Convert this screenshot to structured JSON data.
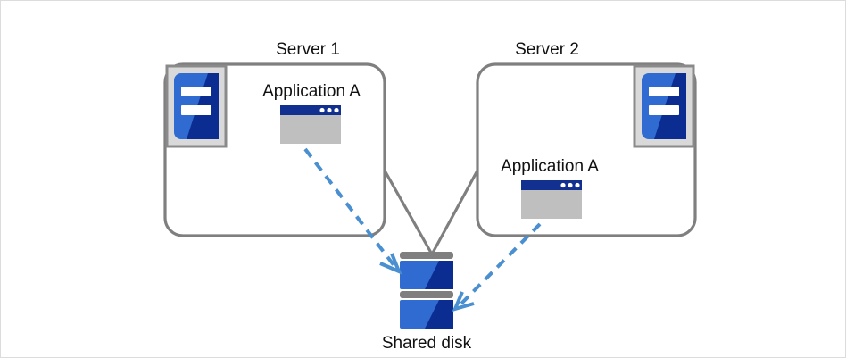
{
  "diagram": {
    "title": "Shared disk cluster diagram",
    "type": "architecture-diagram",
    "background_color": "#ffffff",
    "frame_border_color": "#dcdcdc",
    "palette": {
      "box_border": "#7f7f7f",
      "connector_line": "#7f7f7f",
      "arrow_blue": "#4a8fd0",
      "icon_blue_light": "#2f6bd0",
      "icon_blue_dark": "#0b2d91",
      "icon_frame_gray": "#d4d4d4",
      "icon_frame_border": "#8a8a8a",
      "window_titlebar": "#12308f",
      "window_body": "#bfbfbf",
      "disk_bar_gray": "#7f7f7f",
      "text": "#111111"
    },
    "nodes": [
      {
        "id": "server1",
        "label": "Server 1",
        "icon": "server-icon",
        "icon_side": "left",
        "app": {
          "label": "Application A",
          "icon": "application-window-icon",
          "window_dots": 3
        }
      },
      {
        "id": "server2",
        "label": "Server 2",
        "icon": "server-icon",
        "icon_side": "right",
        "app": {
          "label": "Application A",
          "icon": "application-window-icon",
          "window_dots": 3
        }
      }
    ],
    "storage": {
      "id": "shared-disk",
      "label": "Shared disk",
      "icon": "disk-stack-icon",
      "platters": 2
    },
    "connections": [
      {
        "id": "server1-to-disk-link",
        "from": "server1",
        "to": "shared-disk",
        "style": "solid",
        "color": "#7f7f7f",
        "arrow": false
      },
      {
        "id": "server2-to-disk-link",
        "from": "server2",
        "to": "shared-disk",
        "style": "solid",
        "color": "#7f7f7f",
        "arrow": false
      },
      {
        "id": "app-a-server1-access",
        "from": "server1-application-a",
        "to": "shared-disk",
        "style": "dashed",
        "color": "#4a8fd0",
        "arrow": true
      },
      {
        "id": "app-a-server2-access",
        "from": "server2-application-a",
        "to": "shared-disk",
        "style": "dashed",
        "color": "#4a8fd0",
        "arrow": true
      }
    ]
  }
}
